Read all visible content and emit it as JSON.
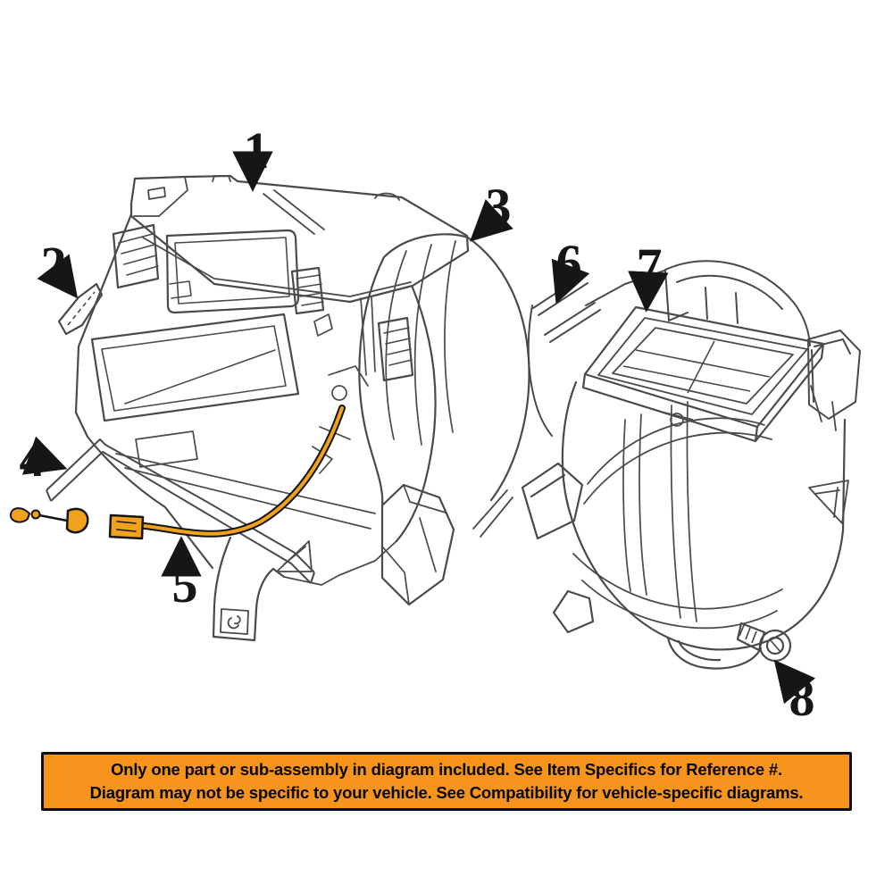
{
  "diagram": {
    "type": "exploded-parts-diagram",
    "subject": "HVAC heater and blower housing assembly line art",
    "callouts": [
      "1",
      "2",
      "3",
      "4",
      "5",
      "6",
      "7",
      "8"
    ],
    "highlighted_callout": "5",
    "highlight_color": "#F2A11C",
    "line_color": "#4a4a4a",
    "arrow_color": "#161616"
  },
  "banner": {
    "line1": "Only one part or sub-assembly in diagram included. See Item Specifics for Reference #.",
    "line2": "Diagram may not be specific to your vehicle. See Compatibility for vehicle-specific diagrams.",
    "background_color": "#F7941D",
    "border_color": "#0D0D0D",
    "text_color": "#050505"
  }
}
